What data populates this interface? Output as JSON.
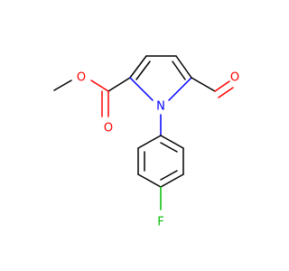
{
  "diagram": {
    "atoms": {
      "methoxy_o": "O",
      "ester_carbonyl_o": "O",
      "aldehyde_o": "O",
      "ring_n": "N",
      "fluorine": "F"
    },
    "colors": {
      "bond": "#000000",
      "oxygen": "#ff0000",
      "nitrogen": "#0000ff",
      "fluorine": "#00bb00",
      "background": "#ffffff"
    }
  }
}
